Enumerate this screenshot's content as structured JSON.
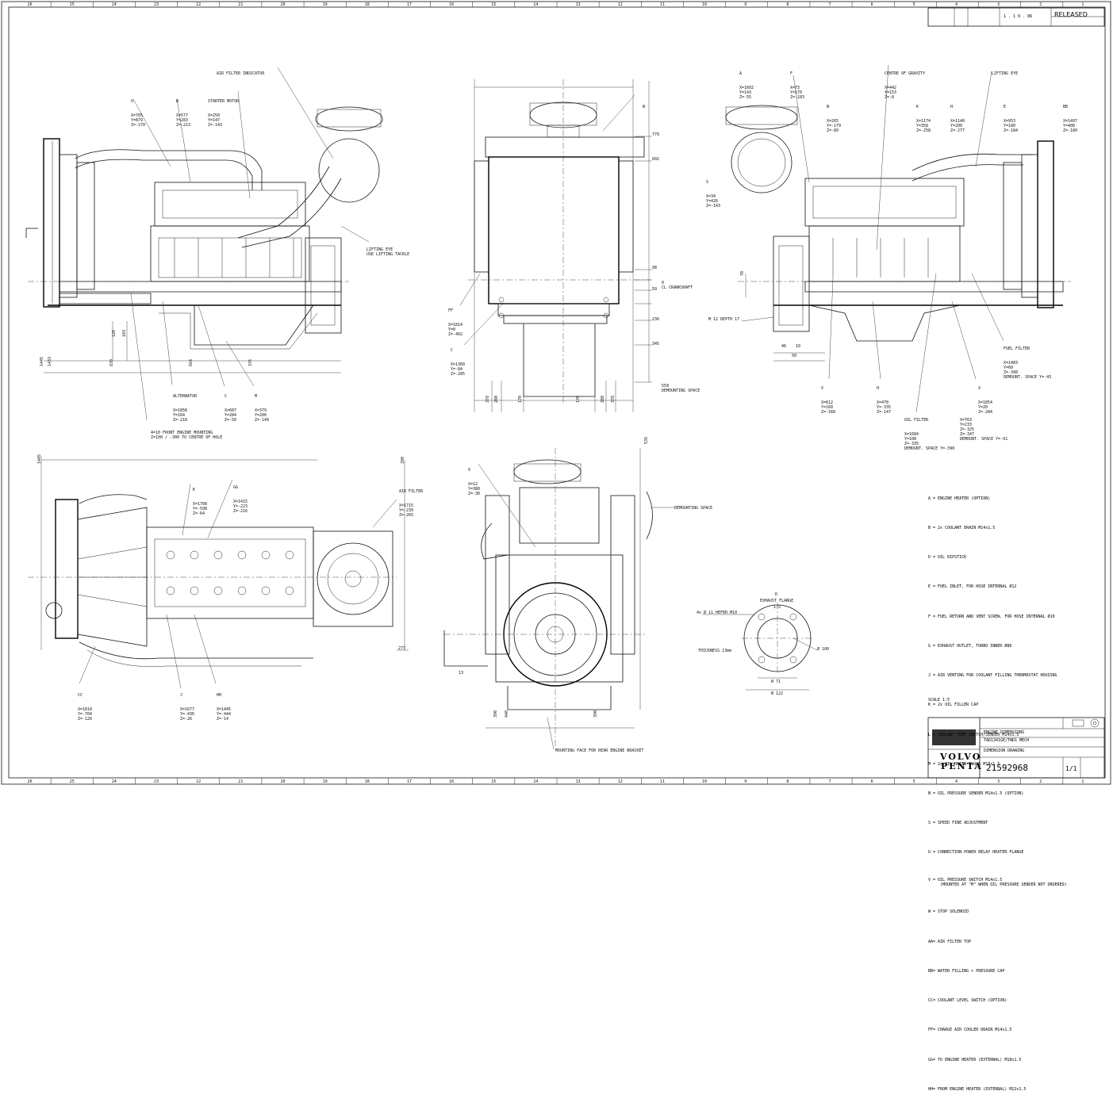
{
  "title_block": {
    "status": "RELEASED",
    "drawing_title_1": "ENGINE DIMENSIONS",
    "drawing_title_2": "TAD1341GE/TWD1 MECH",
    "drawing_type": "DIMENSION DRAWING",
    "drawing_number": "21592968",
    "sheet": "1/1",
    "brand_line1": "VOLVO",
    "brand_line2": "PENTA",
    "scale_note": "SCALE 1:5",
    "rev_date": "1 . 1 9 . 06"
  },
  "border_numbers_top": [
    "26",
    "25",
    "24",
    "23",
    "22",
    "21",
    "20",
    "19",
    "18",
    "17",
    "16",
    "15",
    "14",
    "13",
    "12",
    "11",
    "10",
    "9",
    "8",
    "7",
    "6",
    "5",
    "4",
    "3",
    "2",
    "1"
  ],
  "views": {
    "side_left": {
      "callouts": [
        {
          "letter": "U",
          "coords": "X=765\nY=879\nZ=-170"
        },
        {
          "letter": "B",
          "coords": "X=577\nY=283\nZ=-213"
        },
        {
          "label": "STARTER MOTOR",
          "coords": "X=250\nY=147\nZ=-143"
        },
        {
          "label": "AIR FILTER INDICATOR"
        },
        {
          "label": "LIFTING EYE\nUSE LIFTING TACKLE"
        },
        {
          "label": "ALTERNATOR",
          "coords": "X=1858\nY=164\nZ=-218"
        },
        {
          "letter": "C",
          "coords": "X=687\nY=284\nZ=-50"
        },
        {
          "letter": "M",
          "coords": "X=379\nY=200\nZ=-149"
        }
      ],
      "dims": [
        "1445",
        "1433",
        "839",
        "664",
        "376",
        "126",
        "103"
      ],
      "note": "4=10 FRONT ENGINE MOUNTING\nZ=100 / -300 TO CENTRE OF HOLE"
    },
    "front": {
      "callouts": [
        {
          "letter": "W",
          "coords": ""
        },
        {
          "letter": "FF",
          "coords": "X=1814\nY=0\nZ=-402"
        },
        {
          "letter": "C",
          "coords": "X=1360\nY=-84\nZ=-285"
        }
      ],
      "dims_right": [
        "779",
        "602",
        "98",
        "0",
        "59",
        "236",
        "345",
        "558"
      ],
      "labels_right": [
        "CL CRANKSHAFT",
        "DEMOUNTING SPACE"
      ],
      "dims_bottom": [
        "378",
        "280",
        "170",
        "170",
        "280",
        "378"
      ]
    },
    "side_right": {
      "callouts": [
        {
          "letter": "A",
          "coords": "X=1602\nY=143\nZ=-55"
        },
        {
          "letter": "F",
          "coords": "X=73\nY=170\nZ=-183"
        },
        {
          "label": "CENTRE OF GRAVITY",
          "coords": "X=442\nY=153\nZ=-8"
        },
        {
          "label": "LIFTING EYE"
        },
        {
          "letter": "N",
          "coords": "X=265\nY=-179\nZ=-89"
        },
        {
          "letter": "K",
          "coords": "X=1174\nY=358\nZ=-258"
        },
        {
          "letter": "H",
          "coords": "X=1140\nY=200\nZ=-277"
        },
        {
          "letter": "E",
          "coords": "X=953\nY=180\nZ=-184"
        },
        {
          "letter": "BB",
          "coords": "X=1497\nY=408\nZ=-180"
        },
        {
          "letter": "S",
          "coords": "X=34\nY=426\nZ=-143"
        },
        {
          "label": "FUEL FILTER",
          "coords": "X=1483\nY=60\nZ=-348\nDEMOUNT. SPACE Y=-45"
        },
        {
          "letter": "V",
          "coords": "X=612\nY=160\nZ=-168"
        },
        {
          "letter": "H",
          "coords": "X=478\nY=-335\nZ=-147"
        },
        {
          "label": "OIL FILTER",
          "coords": "X=1684\nY=108\nZ=-335\nDEMOUNT. SPACE Y=-390"
        },
        {
          "letter": "X",
          "coords": "X=1854\nY=20\nZ=-284"
        },
        {
          "label": "",
          "coords": "X=763\nY=233\nZ=-325\nZ=-347\nDEMOUNT. SPACE Y=-91"
        }
      ],
      "note": "M 12 DEPTH 17",
      "dims": [
        "46",
        "10",
        "50",
        "70"
      ]
    },
    "top": {
      "callouts": [
        {
          "letter": "K",
          "coords": "X=1708\nY=-598\nZ=-64"
        },
        {
          "letter": "GG",
          "coords": "X=1415\nY=-223\nZ=-216"
        },
        {
          "label": "AIR FILTER",
          "coords": "X=1715\nY=-239\nZ=-265"
        },
        {
          "letter": "CC",
          "coords": "X=1810\nY=-704\nZ=-126"
        },
        {
          "letter": "J",
          "coords": "X=1677\nY=-436\nZ=-26"
        },
        {
          "letter": "HH",
          "coords": "X=1445\nY=-444\nZ=-14"
        }
      ],
      "dims": [
        "1445",
        "390",
        "277"
      ]
    },
    "rear": {
      "callouts": [
        {
          "letter": "X",
          "coords": "X=12\nY=380\nZ=-30"
        }
      ],
      "labels": [
        "DEMOUNTING SPACE",
        "MOUNTING FACE FOR REAR ENGINE BRACKET"
      ],
      "dims": [
        "535",
        "390",
        "390",
        "440",
        "13"
      ]
    },
    "flange": {
      "title": "EXHAUST FLANGE",
      "letter": "D",
      "scale": "1:5",
      "hole_note": "4x Ø 11 HEFER M10",
      "thickness": "THICKNESS 13mm",
      "dims": [
        "Ø 100",
        "Ø 71",
        "Ø 122"
      ]
    }
  },
  "legend": [
    "A = ENGINE HEATER (OPTION)",
    "B = 2x COOLANT DRAIN M14x1.5",
    "D = OIL DIPSTICK",
    "E = FUEL INLET, FOR HOSE INTERNAL Ø12",
    "F = FUEL RETURN AND VENT SCREW, FOR HOSE INTERNAL Ø10",
    "G = EXHAUST OUTLET, TURBO INNER Ø86",
    "J = AIR VENTING FOR COOLANT FILLING THERMOSTAT HOUSING",
    "K = 2x OIL FILLER CAP",
    "L = COOLANT TEMP SWITCH/SENDER M14x1.5",
    "M = 2x OIL DRAIN PLUGS M18x1.5",
    "N = OIL PRESSURE SENDER M14x1.5 (OPTION)",
    "S = SPEED FINE ADJUSTMENT",
    "U = CONNECTION POWER RELAY HEATER FLANGE",
    "V = OIL PRESSURE SWITCH M14x1.5\n     (MOUNTED AT \"M\" WHEN OIL PRESSURE SENDER NOT ORDERED)",
    "W = STOP SOLENOID",
    "AA= AIR FILTER TOP",
    "BB= WATER FILLING + PRESSURE CAP",
    "CC= COOLANT LEVEL SWITCH (OPTION)",
    "FF= CHARGE AIR COOLER DRAIN M14x1.5",
    "GG= TO ENGINE HEATER (EXTERNAL) M18x1.5",
    "HH= FROM ENGINE HEATER (EXTERNAL) M22x1.5"
  ]
}
